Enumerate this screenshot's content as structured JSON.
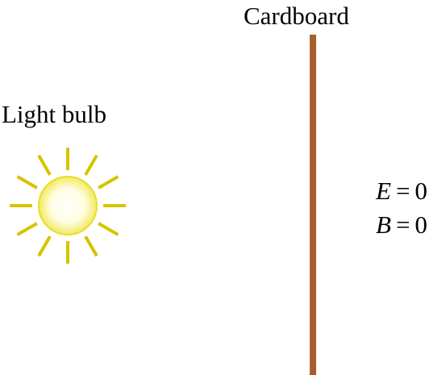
{
  "labels": {
    "cardboard": "Cardboard",
    "light_bulb": "Light bulb"
  },
  "fields": {
    "e": {
      "symbol": "E",
      "operator": "=",
      "value": "0"
    },
    "b": {
      "symbol": "B",
      "operator": "=",
      "value": "0"
    }
  },
  "colors": {
    "cardboard": "#a65f2c",
    "bulb_rays": "#d6c400",
    "bulb_core": "#ffffe6",
    "bulb_edge": "#e9de2c"
  },
  "icons": {
    "bulb": "sun-icon"
  }
}
